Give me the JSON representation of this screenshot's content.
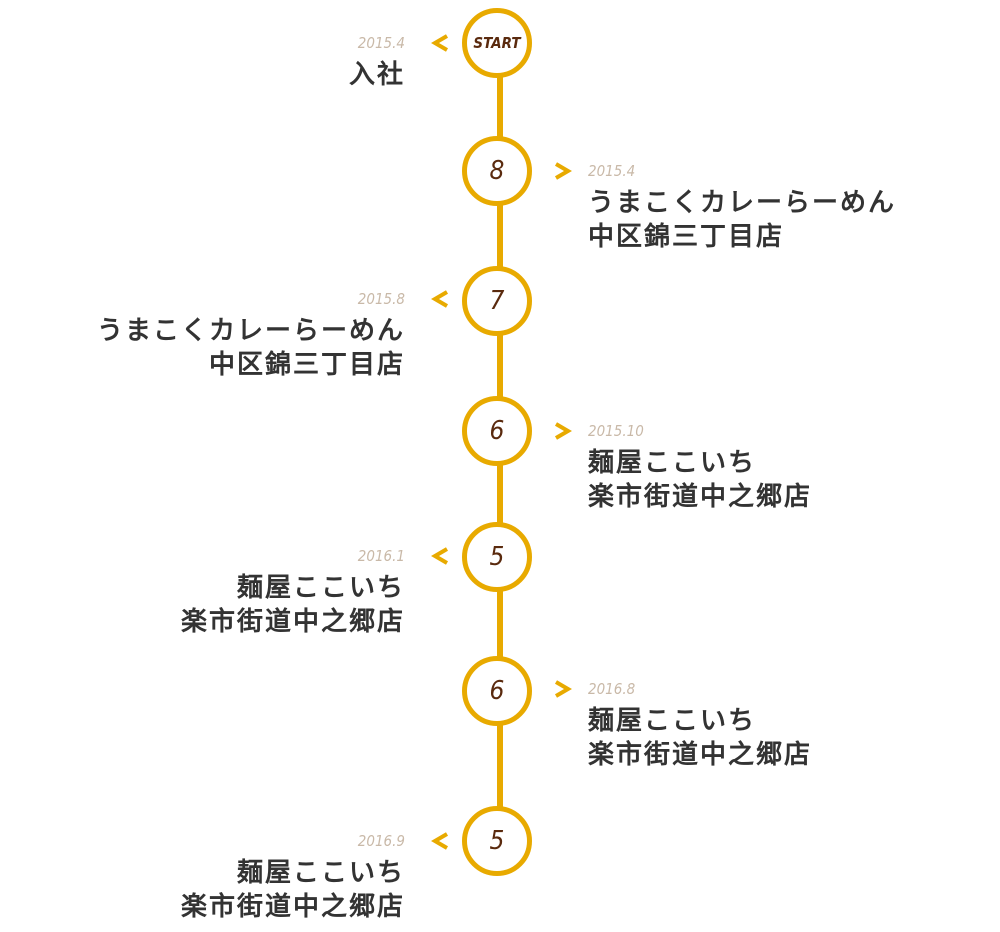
{
  "colors": {
    "accent": "#e8aa00",
    "node_text": "#5a2a0e",
    "date_text": "#c9b9a8",
    "body_text": "#333333"
  },
  "timeline": [
    {
      "marker": "START",
      "date": "2015.4",
      "line1": "入社",
      "line2": ""
    },
    {
      "marker": "8",
      "date": "2015.4",
      "line1": "うまこくカレーらーめん",
      "line2": "中区錦三丁目店"
    },
    {
      "marker": "7",
      "date": "2015.8",
      "line1": "うまこくカレーらーめん",
      "line2": "中区錦三丁目店"
    },
    {
      "marker": "6",
      "date": "2015.10",
      "line1": "麺屋ここいち",
      "line2": "楽市街道中之郷店"
    },
    {
      "marker": "5",
      "date": "2016.1",
      "line1": "麺屋ここいち",
      "line2": "楽市街道中之郷店"
    },
    {
      "marker": "6",
      "date": "2016.8",
      "line1": "麺屋ここいち",
      "line2": "楽市街道中之郷店"
    },
    {
      "marker": "5",
      "date": "2016.9",
      "line1": "麺屋ここいち",
      "line2": "楽市街道中之郷店"
    }
  ]
}
